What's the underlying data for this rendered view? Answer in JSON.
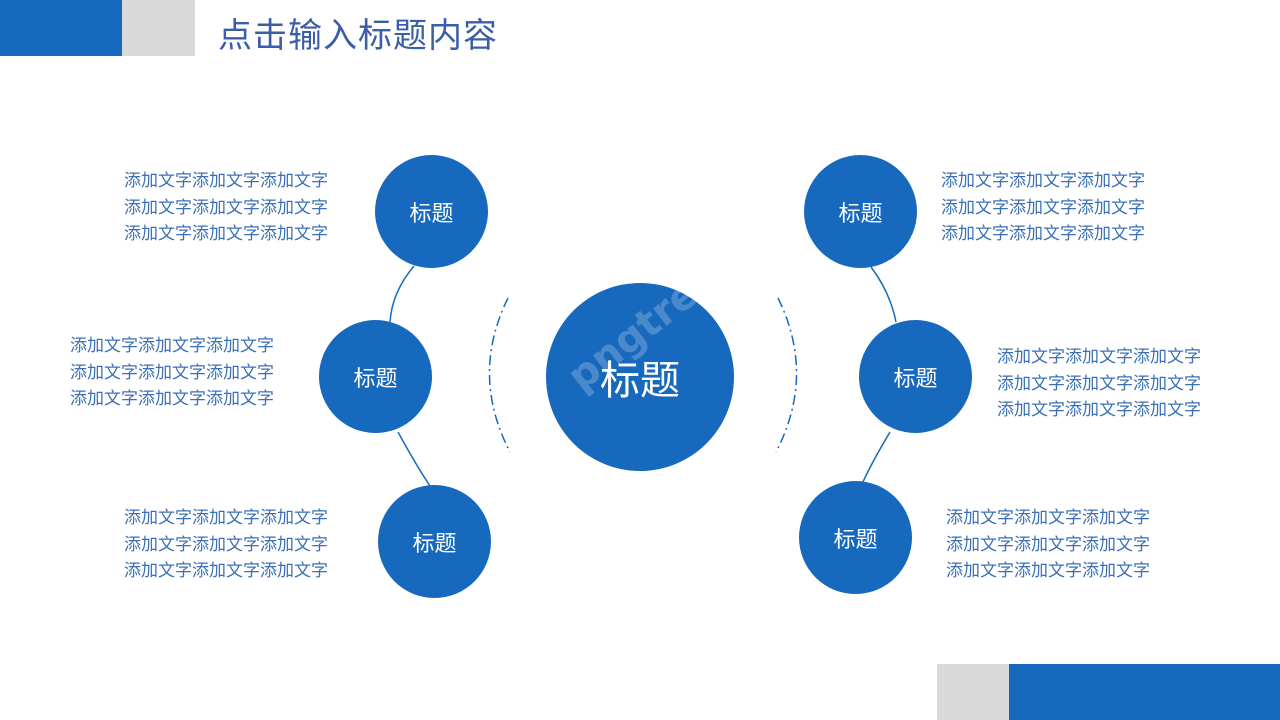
{
  "title": "点击输入标题内容",
  "center": {
    "label": "标题"
  },
  "nodes": {
    "left_top": {
      "label": "标题",
      "text": [
        "添加文字添加文字添加文字",
        "添加文字添加文字添加文字",
        "添加文字添加文字添加文字"
      ]
    },
    "left_mid": {
      "label": "标题",
      "text": [
        "添加文字添加文字添加文字",
        "添加文字添加文字添加文字",
        "添加文字添加文字添加文字"
      ]
    },
    "left_bottom": {
      "label": "标题",
      "text": [
        "添加文字添加文字添加文字",
        "添加文字添加文字添加文字",
        "添加文字添加文字添加文字"
      ]
    },
    "right_top": {
      "label": "标题",
      "text": [
        "添加文字添加文字添加文字",
        "添加文字添加文字添加文字",
        "添加文字添加文字添加文字"
      ]
    },
    "right_mid": {
      "label": "标题",
      "text": [
        "添加文字添加文字添加文字",
        "添加文字添加文字添加文字",
        "添加文字添加文字添加文字"
      ]
    },
    "right_bottom": {
      "label": "标题",
      "text": [
        "添加文字添加文字添加文字",
        "添加文字添加文字添加文字",
        "添加文字添加文字添加文字"
      ]
    }
  },
  "watermark": "pngtree",
  "colors": {
    "accent": "#1769be",
    "gray": "#d9d9d9",
    "text": "#3b70b5",
    "title": "#3a5ea8"
  }
}
